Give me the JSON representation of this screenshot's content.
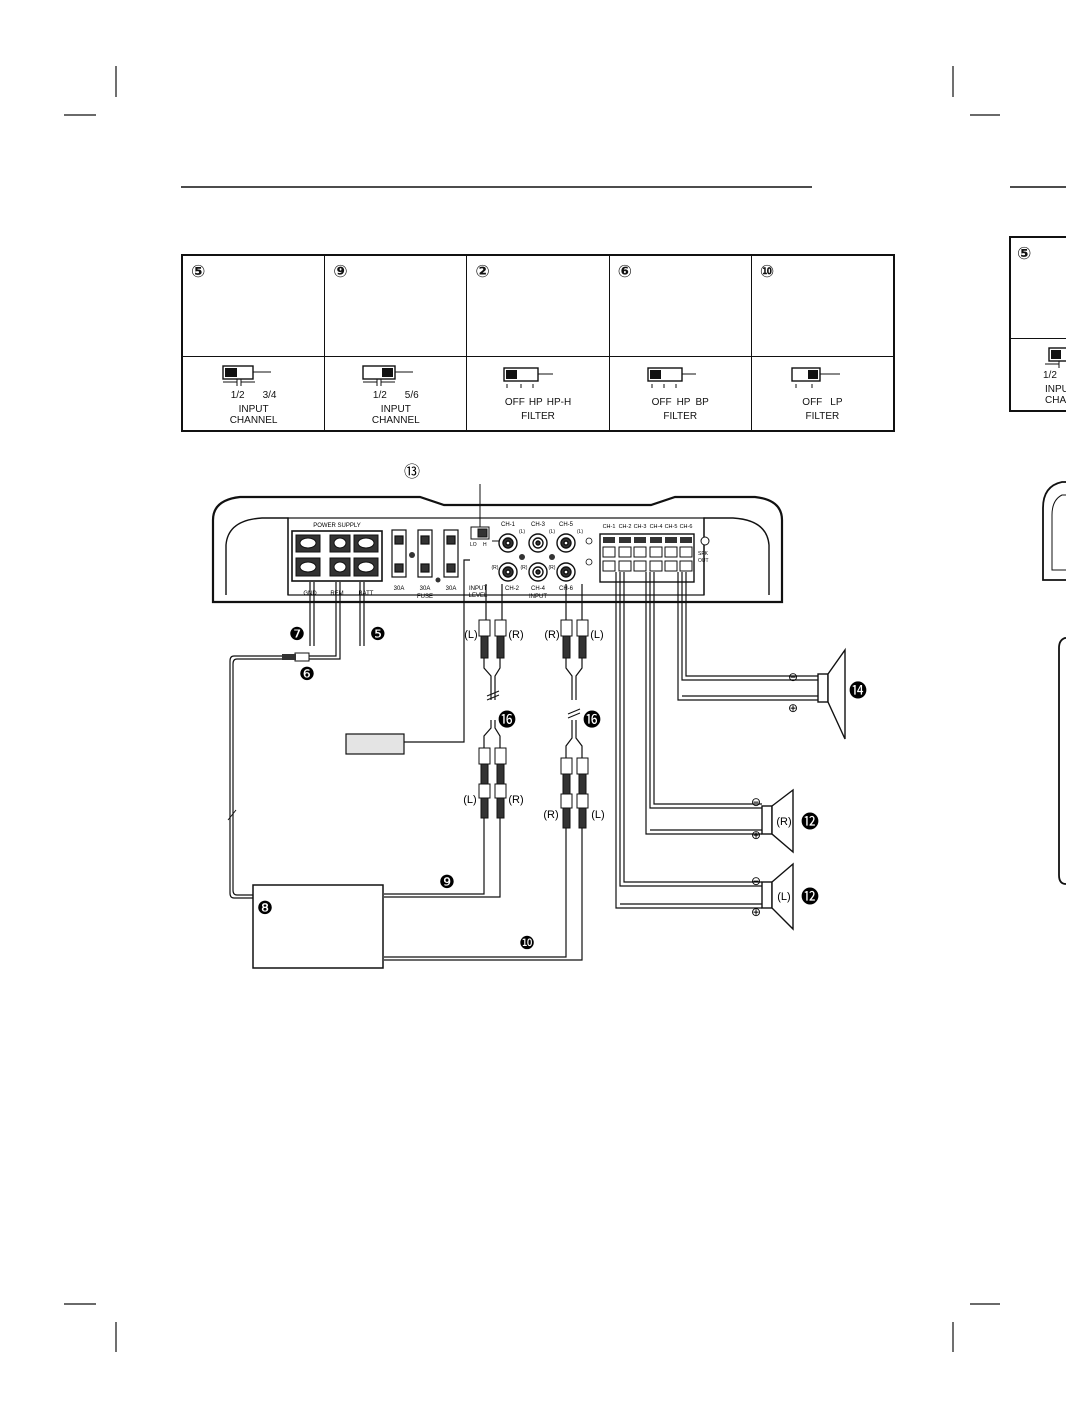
{
  "switch_panels": [
    {
      "number": "⑤",
      "options": [
        "1/2",
        "3/4"
      ],
      "caption": "INPUT\nCHANNEL",
      "style": "left"
    },
    {
      "number": "⑨",
      "options": [
        "1/2",
        "5/6"
      ],
      "caption": "INPUT\nCHANNEL",
      "style": "right"
    },
    {
      "number": "②",
      "options": [
        "OFF",
        "HP",
        "HP-H"
      ],
      "caption": "FILTER",
      "style": "left3"
    },
    {
      "number": "⑥",
      "options": [
        "OFF",
        "HP",
        "BP"
      ],
      "caption": "FILTER",
      "style": "left3"
    },
    {
      "number": "⑩",
      "options": [
        "OFF",
        "LP"
      ],
      "caption": "FILTER",
      "style": "right"
    }
  ],
  "ghost_panel": {
    "number": "⑤",
    "options": [
      "1/2"
    ],
    "caption": "INPU\nCHAN"
  },
  "amplifier": {
    "power_supply_label": "POWER SUPPLY",
    "fuse_values": [
      "30A",
      "30A",
      "30A"
    ],
    "fuse_label": "FUSE",
    "input_level_label": "INPUT\nLEVEL",
    "level_marks": [
      "LO",
      "H"
    ],
    "input_channels": [
      "CH-1",
      "CH-3",
      "CH-5",
      "CH-2",
      "CH-4",
      "CH-6"
    ],
    "input_lr": [
      "(L)",
      "(L)",
      "(L)",
      "(R)",
      "(R)",
      "(R)"
    ],
    "input_label": "INPUT",
    "speaker_channels": [
      "CH-1",
      "CH-2",
      "CH-3",
      "CH-4",
      "CH-5",
      "CH-6"
    ],
    "spk_out_label": "SPK\nOUT",
    "terminal_labels": [
      "GND",
      "REM",
      "BATT"
    ]
  },
  "callouts": {
    "c13": "⑬",
    "c7": "❼",
    "c5": "❺",
    "c6": "❻",
    "c16a": "⓰",
    "c16b": "⓰",
    "c14": "⓮",
    "c12a": "⓬",
    "c12b": "⓬",
    "c8": "❽",
    "c9": "❾",
    "c10": "❿"
  },
  "rca_labels": {
    "top_left": [
      "(L)",
      "(R)"
    ],
    "top_right": [
      "(R)",
      "(L)"
    ],
    "bottom_left": [
      "(L)",
      "(R)"
    ],
    "bottom_right": [
      "(R)",
      "(L)"
    ]
  },
  "speakers": {
    "sub_polarity": [
      "⊖",
      "⊕"
    ],
    "mid_polarity": [
      "⊖",
      "⊕"
    ],
    "mid_side": "(R)",
    "low_polarity": [
      "⊖",
      "⊕"
    ],
    "low_side": "(L)"
  }
}
